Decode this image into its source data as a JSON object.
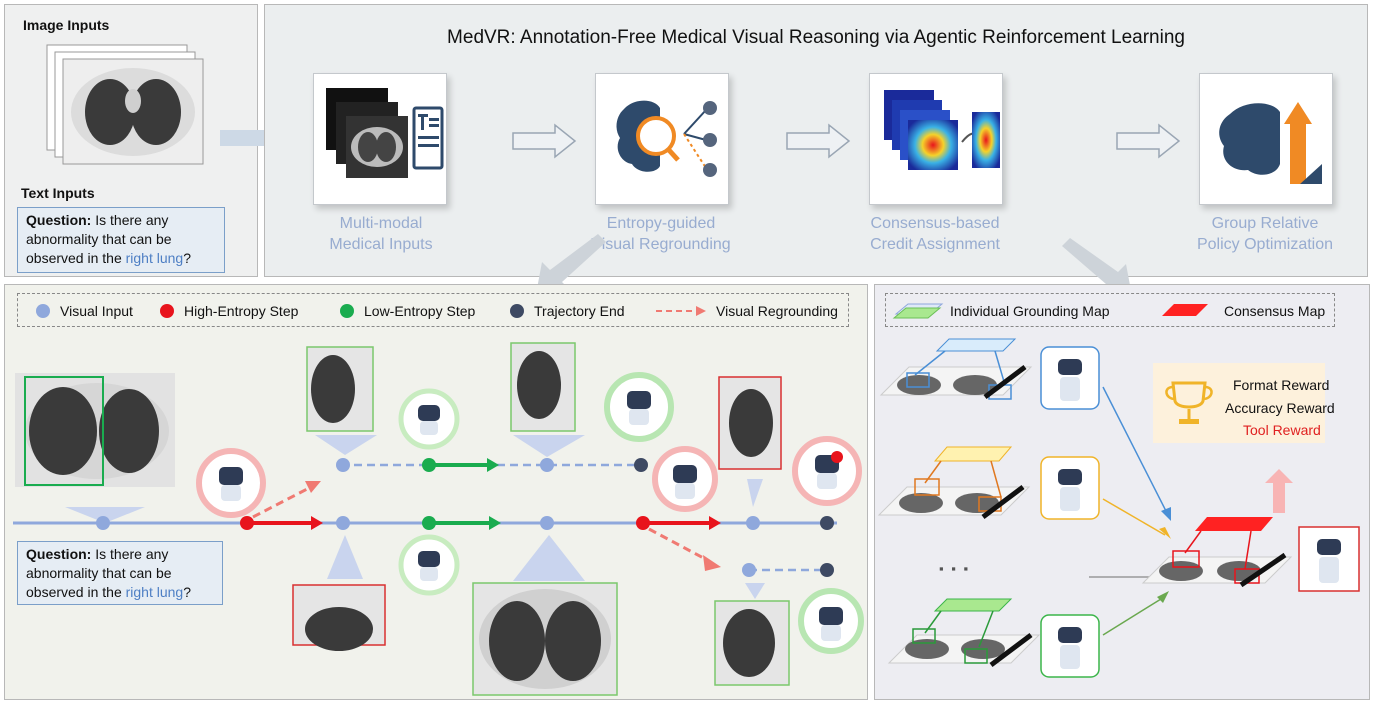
{
  "inputs": {
    "image_label": "Image Inputs",
    "text_label": "Text Inputs",
    "question_prefix": "Question:",
    "question_body": " Is there any abnormality that can be observed in the ",
    "question_highlight": "right lung",
    "question_end": "?"
  },
  "header": {
    "title": "MedVR: Annotation-Free Medical Visual Reasoning via Agentic Reinforcement Learning"
  },
  "steps": [
    {
      "line1": "Multi-modal",
      "line2": "Medical Inputs",
      "icon": "ct-scan-and-document-icon"
    },
    {
      "line1": "Entropy-guided",
      "line2": "Visual Regrounding",
      "icon": "brain-magnifier-icon"
    },
    {
      "line1": "Consensus-based",
      "line2": "Credit Assignment",
      "icon": "heatmap-stack-icon"
    },
    {
      "line1": "Group Relative",
      "line2": "Policy Optimization",
      "icon": "brain-arrow-up-icon"
    }
  ],
  "trajectory": {
    "legend": [
      {
        "label": "Visual Input",
        "color": "#8fa8dc"
      },
      {
        "label": "High-Entropy Step",
        "color": "#e8141c"
      },
      {
        "label": "Low-Entropy Step",
        "color": "#1aac4f"
      },
      {
        "label": "Trajectory End",
        "color": "#3e4a63"
      },
      {
        "label": "Visual Regrounding",
        "color": "#f07a72"
      }
    ],
    "question_prefix": "Question:",
    "question_body": " Is there any abnormality that can be observed in the ",
    "question_highlight": "right lung",
    "question_end": "?"
  },
  "consensus": {
    "legend": [
      {
        "label": "Individual Grounding Map",
        "color": "#a9e88f"
      },
      {
        "label": "Consensus  Map",
        "color": "#ff2222"
      }
    ],
    "ellipsis": "▪ ▪ ▪",
    "rewards": {
      "format": "Format Reward",
      "accuracy": "Accuracy Reward",
      "tool": "Tool Reward",
      "tool_color": "#e02020",
      "box_color": "#fdf1dc"
    },
    "map_colors": [
      "#4a8fd6",
      "#f0b429",
      "#3bb54a"
    ]
  }
}
